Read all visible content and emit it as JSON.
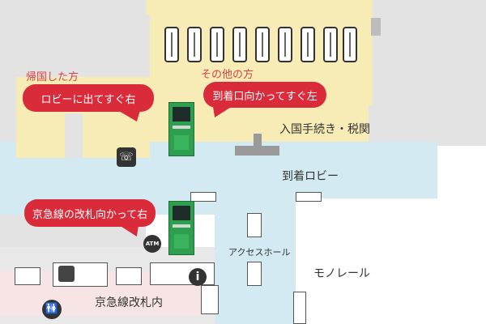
{
  "labels": {
    "returning_home": "帰国した方",
    "others": "その他の方",
    "arrival_lobby": "到着ロビー",
    "immigration": "入国手続き・税関",
    "access_hall": "アクセスホール",
    "monorail": "モノレール",
    "keikyu_inside_gates": "京急線改札内"
  },
  "bubbles": {
    "exit_to_lobby": "ロビーに出てすぐ右",
    "arrival_gate_left": "到着口向かってすぐ左",
    "keikyu_gate_right": "京急線の改札向かって右"
  },
  "icons": {
    "atm": "ATM",
    "info": "i"
  },
  "colors": {
    "lobby_yellow": "#f7ecb5",
    "corridor_blue": "#d4eaf3",
    "wall_gray": "#e3e3e3",
    "pink_zone": "#f7e4e4",
    "bubble_red": "#d92b3a",
    "machine_green": "#2e9e4f"
  }
}
